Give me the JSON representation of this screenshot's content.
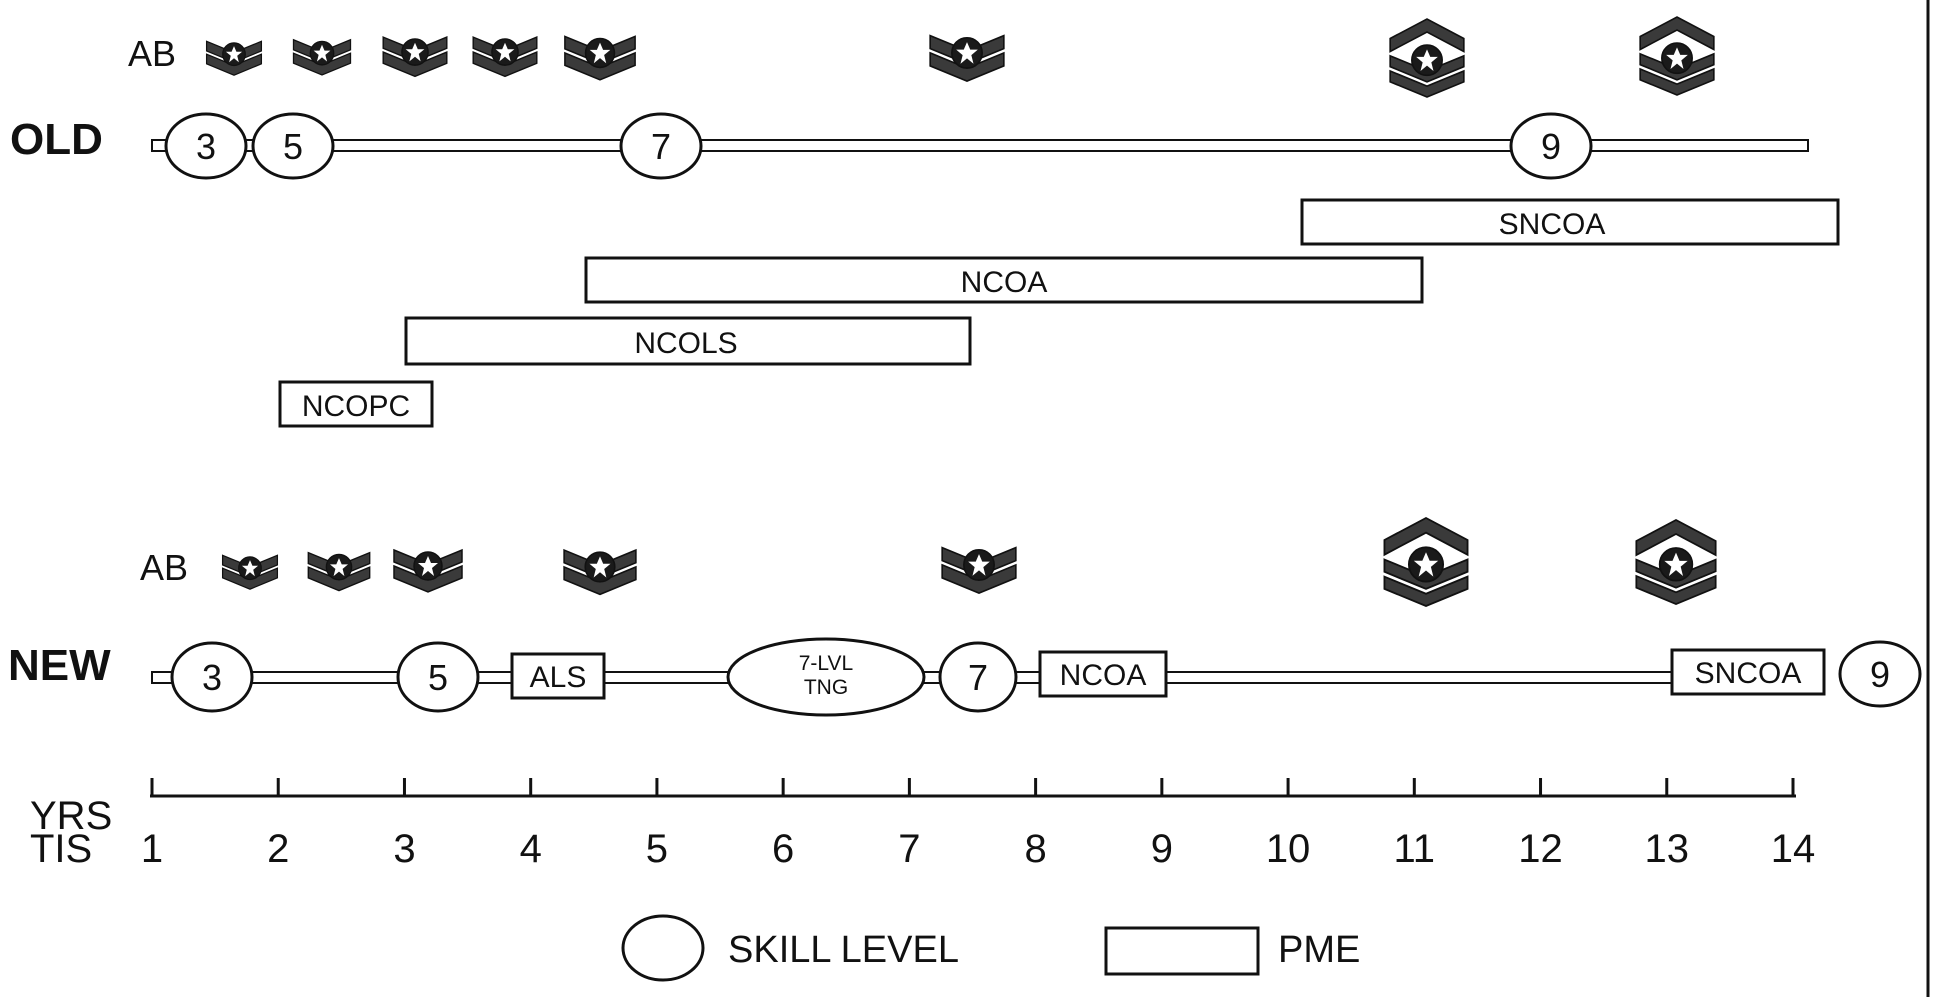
{
  "colors": {
    "ink": "#111111",
    "paper": "#ffffff",
    "stripe": "#3a3a3a"
  },
  "old": {
    "label": "OLD",
    "ab": "AB",
    "skill_levels": [
      "3",
      "5",
      "7",
      "9"
    ],
    "pme": [
      "SNCOA",
      "NCOA",
      "NCOLS",
      "NCOPC"
    ]
  },
  "new": {
    "label": "NEW",
    "ab": "AB",
    "skill_levels": [
      "3",
      "5",
      "7",
      "9"
    ],
    "pme": [
      "ALS",
      "NCOA",
      "SNCOA"
    ],
    "training": [
      "7-LVL",
      "TNG"
    ]
  },
  "axis": {
    "label_line1": "YRS",
    "label_line2": "TIS",
    "ticks": [
      "1",
      "2",
      "3",
      "4",
      "5",
      "6",
      "7",
      "8",
      "9",
      "10",
      "11",
      "12",
      "13",
      "14"
    ]
  },
  "legend": {
    "skill_level": "SKILL LEVEL",
    "pme": "PME"
  },
  "rank_insignia": {
    "old": [
      "insignia-airman-icon",
      "insignia-airman-first-class-icon",
      "insignia-senior-airman-icon",
      "insignia-sergeant-icon",
      "insignia-staff-sergeant-icon",
      "insignia-technical-sergeant-icon",
      "insignia-master-sergeant-icon",
      "insignia-senior-master-sergeant-icon"
    ],
    "new": [
      "insignia-airman-icon",
      "insignia-airman-first-class-icon",
      "insignia-senior-airman-icon",
      "insignia-staff-sergeant-icon",
      "insignia-technical-sergeant-icon",
      "insignia-master-sergeant-icon",
      "insignia-senior-master-sergeant-icon"
    ]
  }
}
